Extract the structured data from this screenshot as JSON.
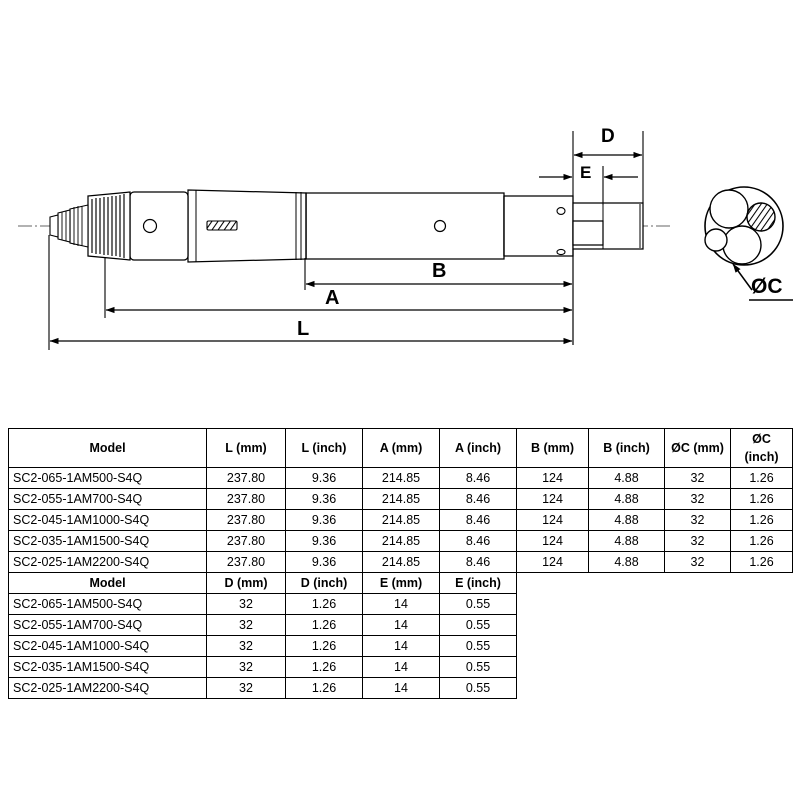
{
  "drawing": {
    "title": "Pneumatic drill dimensional drawing",
    "dimension_labels": {
      "L": "L",
      "A": "A",
      "B": "B",
      "D": "D",
      "E": "E",
      "C": "ØC"
    },
    "line_color": "#000000",
    "centerline_color": "#555555",
    "body_fill": "#ffffff"
  },
  "table1": {
    "headers": [
      "Model",
      "L (mm)",
      "L (inch)",
      "A (mm)",
      "A (inch)",
      "B (mm)",
      "B (inch)",
      "ØC (mm)",
      "ØC (inch)"
    ],
    "rows": [
      [
        "SC2-065-1AM500-S4Q",
        "237.80",
        "9.36",
        "214.85",
        "8.46",
        "124",
        "4.88",
        "32",
        "1.26"
      ],
      [
        "SC2-055-1AM700-S4Q",
        "237.80",
        "9.36",
        "214.85",
        "8.46",
        "124",
        "4.88",
        "32",
        "1.26"
      ],
      [
        "SC2-045-1AM1000-S4Q",
        "237.80",
        "9.36",
        "214.85",
        "8.46",
        "124",
        "4.88",
        "32",
        "1.26"
      ],
      [
        "SC2-035-1AM1500-S4Q",
        "237.80",
        "9.36",
        "214.85",
        "8.46",
        "124",
        "4.88",
        "32",
        "1.26"
      ],
      [
        "SC2-025-1AM2200-S4Q",
        "237.80",
        "9.36",
        "214.85",
        "8.46",
        "124",
        "4.88",
        "32",
        "1.26"
      ]
    ]
  },
  "table2": {
    "headers": [
      "Model",
      "D (mm)",
      "D (inch)",
      "E (mm)",
      "E (inch)"
    ],
    "rows": [
      [
        "SC2-065-1AM500-S4Q",
        "32",
        "1.26",
        "14",
        "0.55"
      ],
      [
        "SC2-055-1AM700-S4Q",
        "32",
        "1.26",
        "14",
        "0.55"
      ],
      [
        "SC2-045-1AM1000-S4Q",
        "32",
        "1.26",
        "14",
        "0.55"
      ],
      [
        "SC2-035-1AM1500-S4Q",
        "32",
        "1.26",
        "14",
        "0.55"
      ],
      [
        "SC2-025-1AM2200-S4Q",
        "32",
        "1.26",
        "14",
        "0.55"
      ]
    ]
  }
}
